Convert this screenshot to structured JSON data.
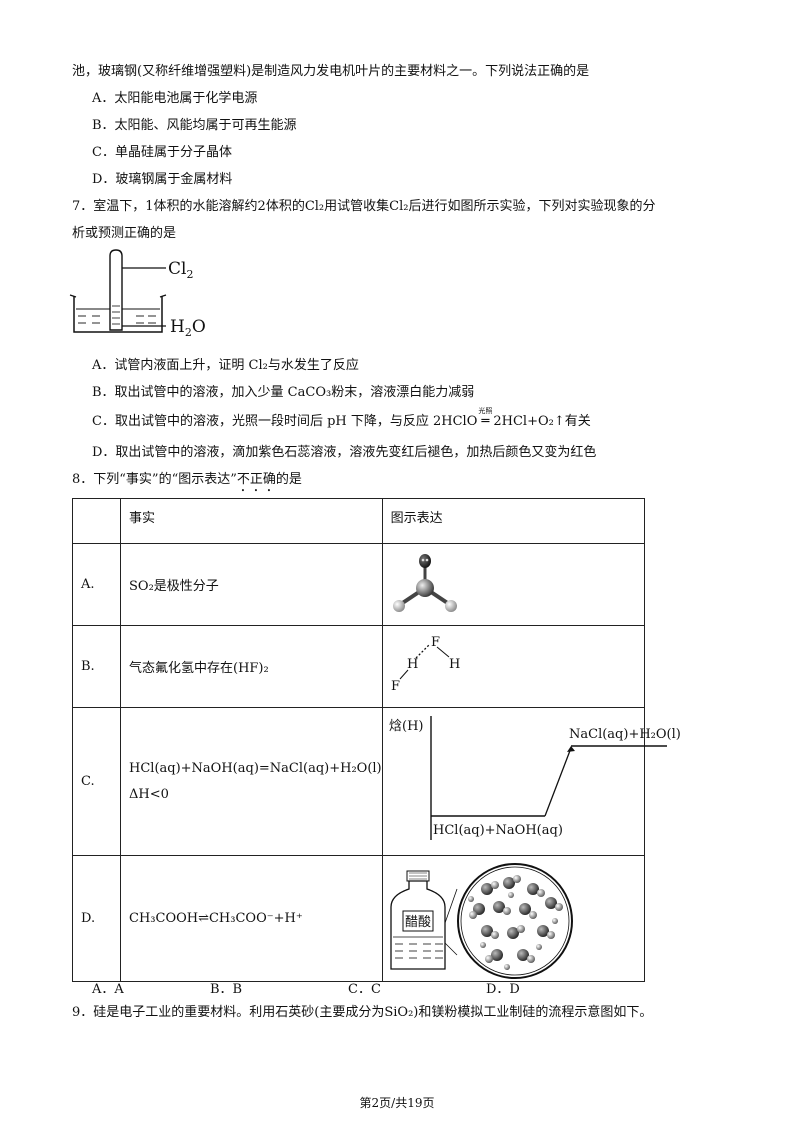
{
  "q6": {
    "stem_tail": "池，玻璃钢(又称纤维增强塑料)是制造风力发电机叶片的主要材料之一。下列说法正确的是",
    "options": [
      "A．太阳能电池属于化学电源",
      "B．太阳能、风能均属于可再生能源",
      "C．单晶硅属于分子晶体",
      "D．玻璃钢属于金属材料"
    ]
  },
  "q7": {
    "stem_line1": "7．室温下，1体积的水能溶解约2体积的Cl₂用试管收集Cl₂后进行如图所示实验，下列对实验现象的分",
    "stem_line2": "析或预测正确的是",
    "figure": {
      "label_gas": "Cl",
      "label_gas_sub": "2",
      "label_liquid": "H",
      "label_liquid_sub": "2",
      "label_liquid_end": "O"
    },
    "options": [
      "A．试管内液面上升，证明 Cl₂与水发生了反应",
      "B．取出试管中的溶液，加入少量 CaCO₃粉末，溶液漂白能力减弱",
      "C．取出试管中的溶液，光照一段时间后 pH 下降，与反应 2HClO",
      "D．取出试管中的溶液，滴加紫色石蕊溶液，溶液先变红后褪色，加热后颜色又变为红色"
    ],
    "option_c_condition": "光照",
    "option_c_eq": "═",
    "option_c_tail": "2HCl+O₂↑有关"
  },
  "q8": {
    "stem_prefix": "8．下列“事实”的“图示表达”",
    "stem_emph": "不正确",
    "stem_suffix": "的是",
    "headers": [
      "",
      "事实",
      "图示表达"
    ],
    "rows": [
      {
        "label": "A.",
        "fact": "SO₂是极性分子"
      },
      {
        "label": "B.",
        "fact": "气态氟化氢中存在(HF)₂",
        "atoms": [
          "F",
          "H",
          "H",
          "F"
        ]
      },
      {
        "label": "C.",
        "fact_line1": "HCl(aq)+NaOH(aq)=NaCl(aq)+H₂O(l)",
        "fact_line2": "ΔH<0",
        "diagram": {
          "ylabel": "焓(H)",
          "product": "NaCl(aq)+H₂O(l)",
          "reactant": "HCl(aq)+NaOH(aq)"
        }
      },
      {
        "label": "D.",
        "fact": "CH₃COOH⇌CH₃COO⁻+H⁺",
        "bottle_label": "醋酸"
      }
    ],
    "answers": [
      "A．A",
      "B．B",
      "C．C",
      "D．D"
    ]
  },
  "q9": {
    "stem": "9．硅是电子工业的重要材料。利用石英砂(主要成分为SiO₂)和镁粉模拟工业制硅的流程示意图如下。"
  },
  "footer": "第2页/共19页"
}
